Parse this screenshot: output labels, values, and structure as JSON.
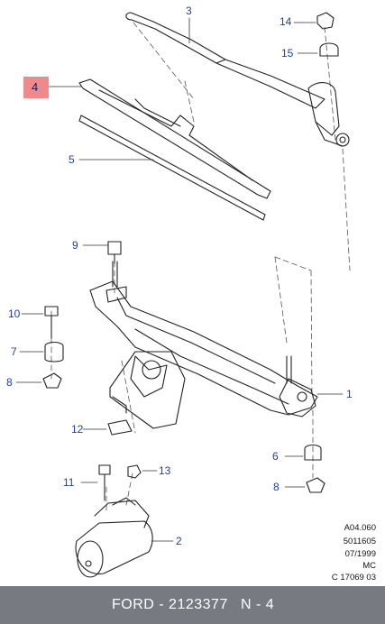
{
  "callouts": {
    "c1": "1",
    "c2": "2",
    "c3": "3",
    "c4": "4",
    "c5": "5",
    "c6": "6",
    "c7": "7",
    "c8a": "8",
    "c8b": "8",
    "c9": "9",
    "c10": "10",
    "c11": "11",
    "c12": "12",
    "c13": "13",
    "c14": "14",
    "c15": "15"
  },
  "reference": {
    "line1": "A04.060",
    "line2": "5011605",
    "line3": "07/1999",
    "line4": "MC",
    "line5": "C 17069 03"
  },
  "footer": {
    "part": "FORD - 2123377",
    "position": "N - 4"
  },
  "colors": {
    "callout": "#1f3fa0",
    "highlight": "#f08a8a",
    "footer_bg": "#777a80"
  }
}
